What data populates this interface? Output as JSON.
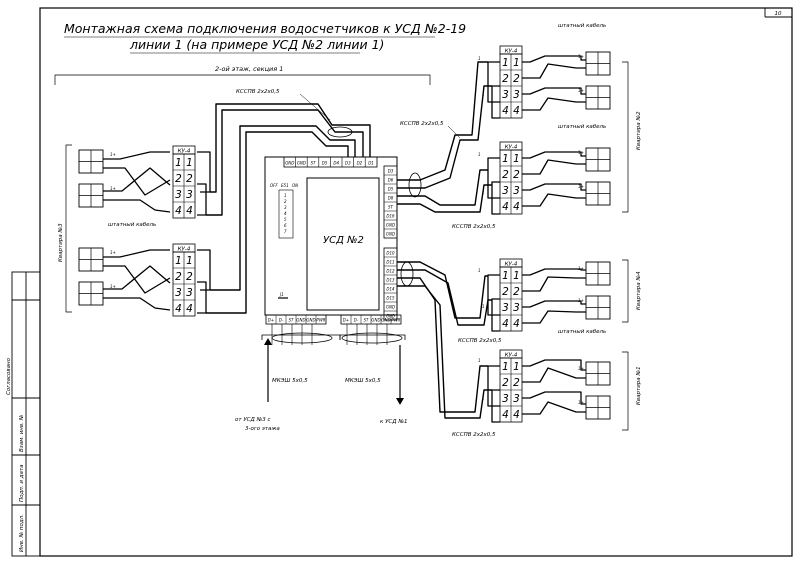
{
  "title": {
    "line1": "Монтажная схема подключения водосчетчиков к УСД  №2-19",
    "line2": "линии 1 (на примере УСД №2 линии 1)"
  },
  "sheet_number": "10",
  "floor_label": "2-ой этаж, секция 1",
  "cable_kscpv": "КССПВ 2х2х0,5",
  "cable_stock": "штатный кабель",
  "cable_mkesh": "МКЭШ 5х0,5",
  "ku_label": "КУ-4",
  "terminal_numbers": [
    "1",
    "2",
    "3",
    "4"
  ],
  "usd": {
    "label": "УСД №2",
    "top_terminals": [
      "GND",
      "GND",
      "ST",
      "D5",
      "D4",
      "D3",
      "D2",
      "D1"
    ],
    "right_terminals_a": [
      "D3",
      "D6",
      "D5",
      "D8",
      "ST",
      "D16",
      "GND",
      "GND"
    ],
    "right_terminals_b": [
      "D10",
      "D11",
      "D12",
      "D13",
      "D14",
      "D15",
      "GND",
      "GND"
    ],
    "bottom_terminals": [
      "D+",
      "D-",
      "ST",
      "GND",
      "GND",
      "PWR"
    ],
    "switch_header": [
      "OFF",
      "E51",
      "ON"
    ],
    "switch_rows": [
      "1",
      "2",
      "3",
      "4",
      "5",
      "6",
      "7"
    ],
    "jumper_label": "J1"
  },
  "apartments": {
    "a3": "Квартира №3",
    "a2": "Квартира №2",
    "a4": "Квартира №4",
    "a1": "Квартира №1"
  },
  "wire_marks": {
    "one": "1",
    "two": "2",
    "three": "3",
    "four": "4",
    "sub": "1+"
  },
  "from_usd": {
    "line1": "от УСД №3 с",
    "line2": "3-ого этажа"
  },
  "to_usd": "к УСД №1",
  "stamp": {
    "agreed": "Согласовано",
    "inv_replace": "Взам. инв. №",
    "sign_date": "Подп. и дата",
    "inv_orig": "Инв. № подл."
  }
}
